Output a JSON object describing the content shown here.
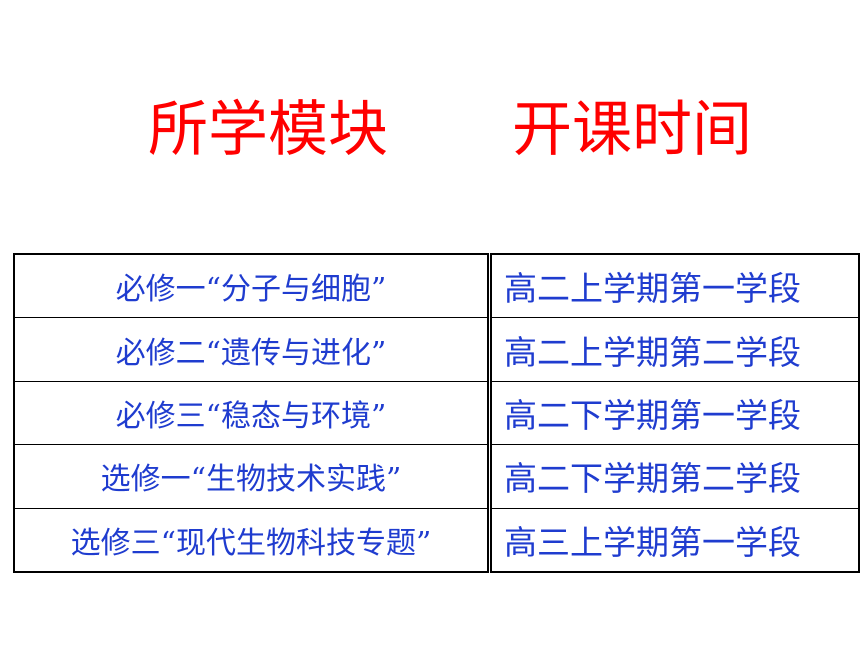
{
  "header": {
    "module_title": "所学模块",
    "time_title": "开课时间"
  },
  "modules": [
    "必修一“分子与细胞”",
    "必修二“遗传与进化”",
    "必修三“稳态与环境”",
    "选修一“生物技术实践”",
    "选修三“现代生物科技专题”"
  ],
  "times": [
    "高二上学期第一学段",
    "高二上学期第二学段",
    "高二下学期第一学段",
    "高二下学期第二学段",
    "高三上学期第一学段"
  ],
  "colors": {
    "title": "#ff0000",
    "cell_text": "#1f3ccf",
    "border": "#000000"
  }
}
